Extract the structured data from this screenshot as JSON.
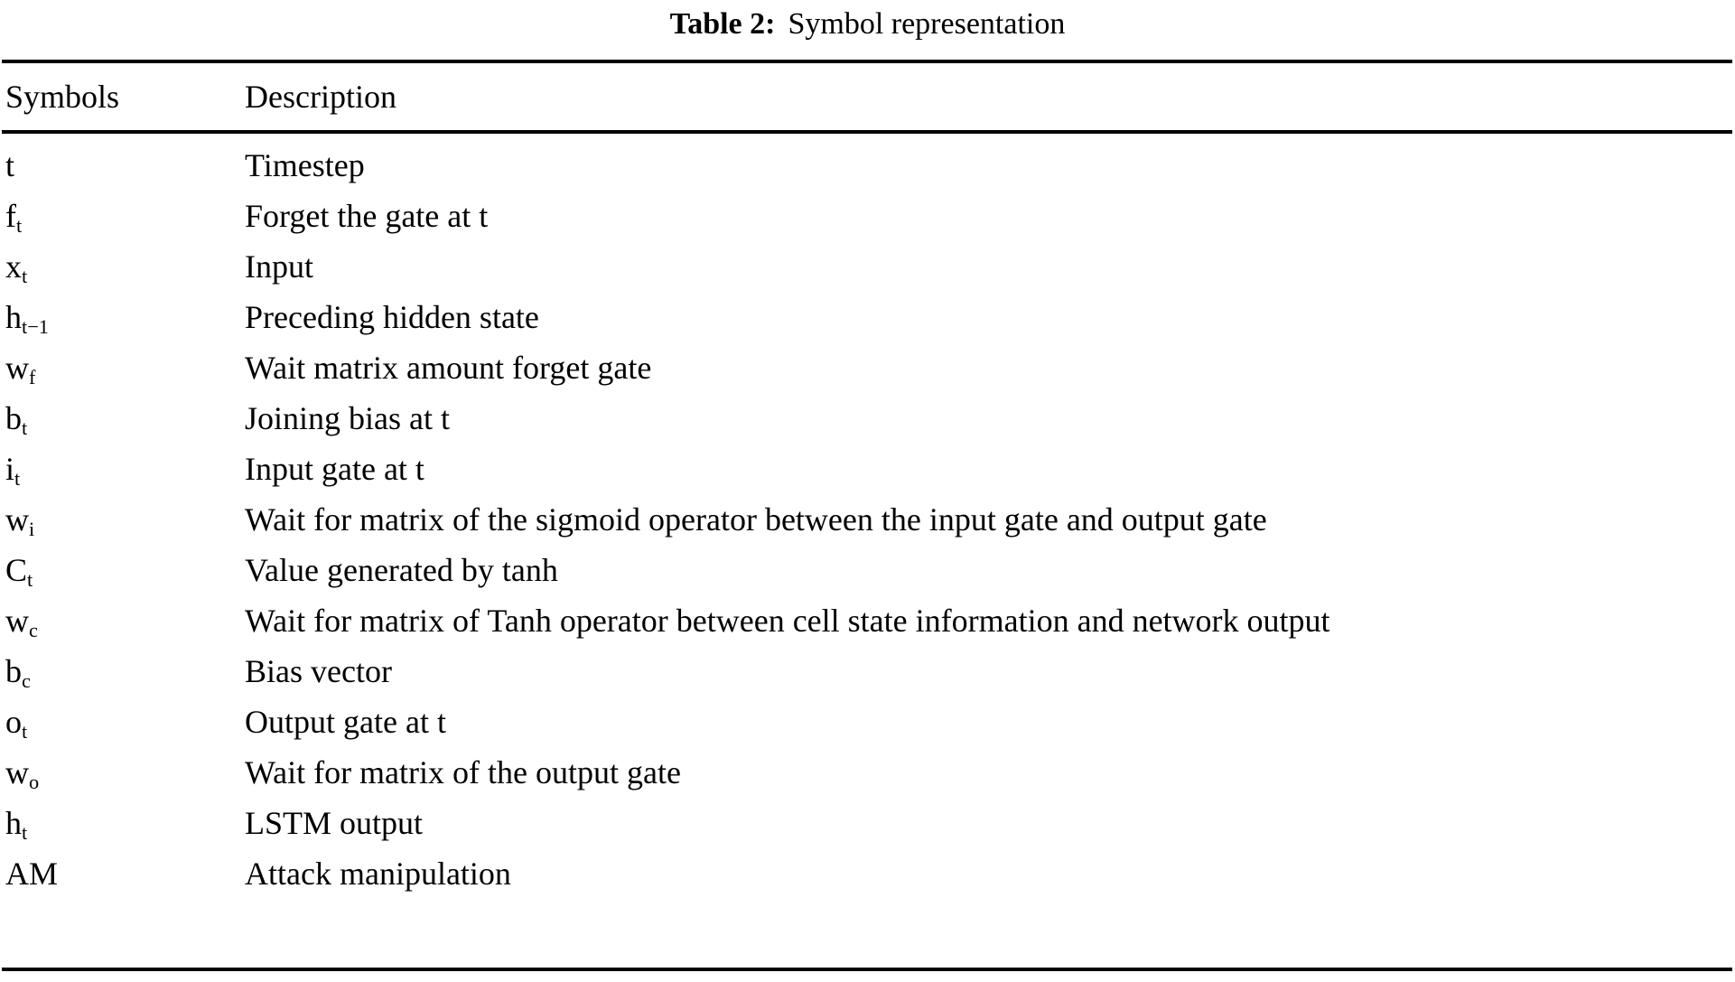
{
  "caption": {
    "label": "Table 2:",
    "text": "Symbol representation"
  },
  "table": {
    "headers": {
      "symbols": "Symbols",
      "description": "Description"
    },
    "rows": [
      {
        "symbol_base": "t",
        "symbol_sub": "",
        "symbol_plain": "t",
        "description": "Timestep"
      },
      {
        "symbol_base": "f",
        "symbol_sub": "t",
        "symbol_plain": "ft",
        "description": "Forget the gate at t"
      },
      {
        "symbol_base": "x",
        "symbol_sub": "t",
        "symbol_plain": "xt",
        "description": "Input"
      },
      {
        "symbol_base": "h",
        "symbol_sub": "t−1",
        "symbol_plain": "ht−1",
        "description": "Preceding hidden state"
      },
      {
        "symbol_base": "w",
        "symbol_sub": "f",
        "symbol_plain": "wf",
        "description": "Wait matrix amount forget gate"
      },
      {
        "symbol_base": "b",
        "symbol_sub": "t",
        "symbol_plain": "bt",
        "description": "Joining bias at t"
      },
      {
        "symbol_base": "i",
        "symbol_sub": "t",
        "symbol_plain": "it",
        "description": "Input gate at t"
      },
      {
        "symbol_base": "w",
        "symbol_sub": "i",
        "symbol_plain": "wi",
        "description": "Wait for matrix of the sigmoid operator between the input gate and output gate"
      },
      {
        "symbol_base": "C",
        "symbol_sub": "t",
        "symbol_plain": "Ct",
        "description": "Value generated by tanh"
      },
      {
        "symbol_base": "w",
        "symbol_sub": "c",
        "symbol_plain": "wc",
        "description": "Wait for matrix of Tanh operator between cell state information and network output"
      },
      {
        "symbol_base": "b",
        "symbol_sub": "c",
        "symbol_plain": "bc",
        "description": "Bias vector"
      },
      {
        "symbol_base": "o",
        "symbol_sub": "t",
        "symbol_plain": "ot",
        "description": "Output gate at t"
      },
      {
        "symbol_base": "w",
        "symbol_sub": "o",
        "symbol_plain": "wo",
        "description": "Wait for matrix of the output gate"
      },
      {
        "symbol_base": "h",
        "symbol_sub": "t",
        "symbol_plain": "ht",
        "description": "LSTM output"
      },
      {
        "symbol_base": "AM",
        "symbol_sub": "",
        "symbol_plain": "AM",
        "description": "Attack manipulation"
      }
    ]
  },
  "colors": {
    "text": "#000000",
    "background": "#ffffff",
    "rule": "#000000"
  }
}
